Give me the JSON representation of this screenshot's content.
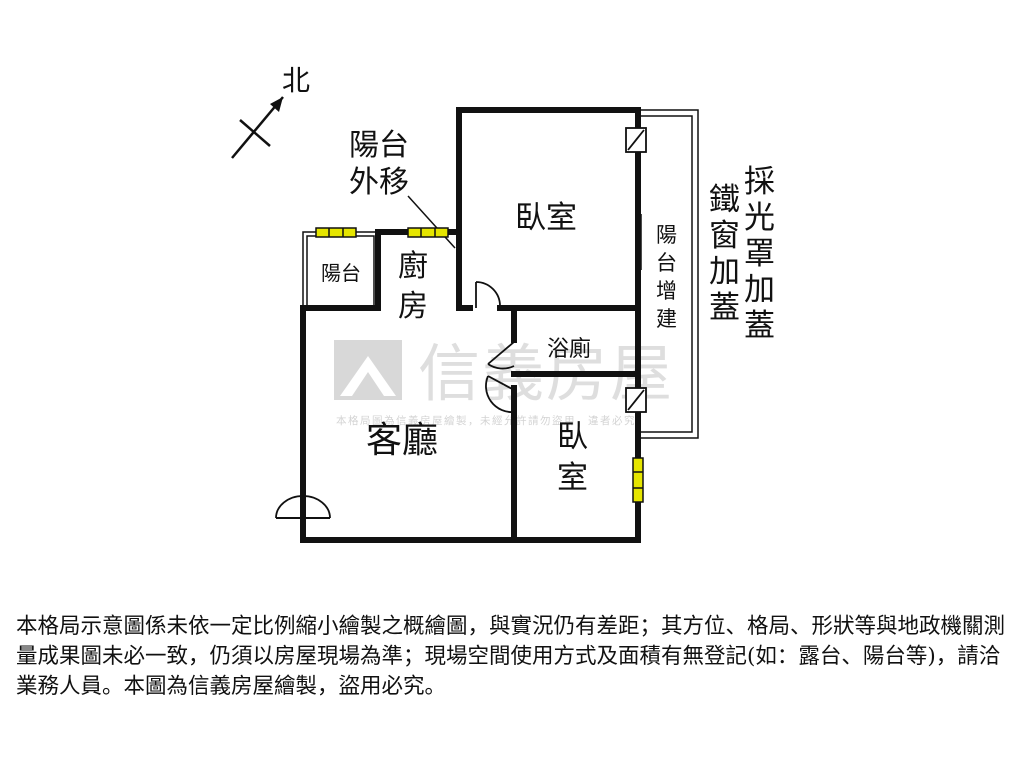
{
  "compass": {
    "label": "北"
  },
  "rooms": {
    "bedroom_main": "臥室",
    "bedroom_second_top": "臥",
    "bedroom_second_bottom": "室",
    "balcony": "陽台",
    "kitchen_top": "廚",
    "kitchen_bottom": "房",
    "bathroom": "浴廁",
    "living_room": "客廳"
  },
  "annotations": {
    "balcony_moved_line1": "陽台",
    "balcony_moved_line2": "外移",
    "balcony_addition": [
      "陽",
      "台",
      "增",
      "建"
    ],
    "skylight_cover": [
      "採",
      "光",
      "罩",
      "加",
      "蓋"
    ],
    "iron_window_cover": [
      "鐵",
      "窗",
      "加",
      "蓋"
    ]
  },
  "watermark": {
    "brand": "信義房屋",
    "notice": "本格局圖為信義房屋繪製，未經允許請勿盜用，違者必究"
  },
  "disclaimer": "本格局示意圖係未依一定比例縮小繪製之概繪圖，與實況仍有差距；其方位、格局、形狀等與地政機關測量成果圖未必一致，仍須以房屋現場為準；現場空間使用方式及面積有無登記(如：露台、陽台等)，請洽業務人員。本圖為信義房屋繪製，盜用必究。",
  "colors": {
    "wall": "#111111",
    "window_fill": "#e6e600",
    "watermark": "#c8c8c8"
  }
}
